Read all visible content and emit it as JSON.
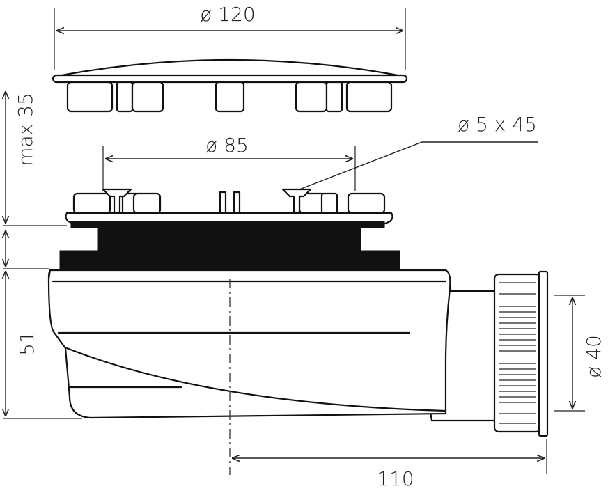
{
  "dimensions": {
    "cover_diameter": "ø 120",
    "flange_diameter": "ø 85",
    "screw": "ø 5 x 45",
    "max_thickness": "max 35",
    "height": "51",
    "outlet_diameter": "ø 40",
    "outlet_offset": "110"
  }
}
